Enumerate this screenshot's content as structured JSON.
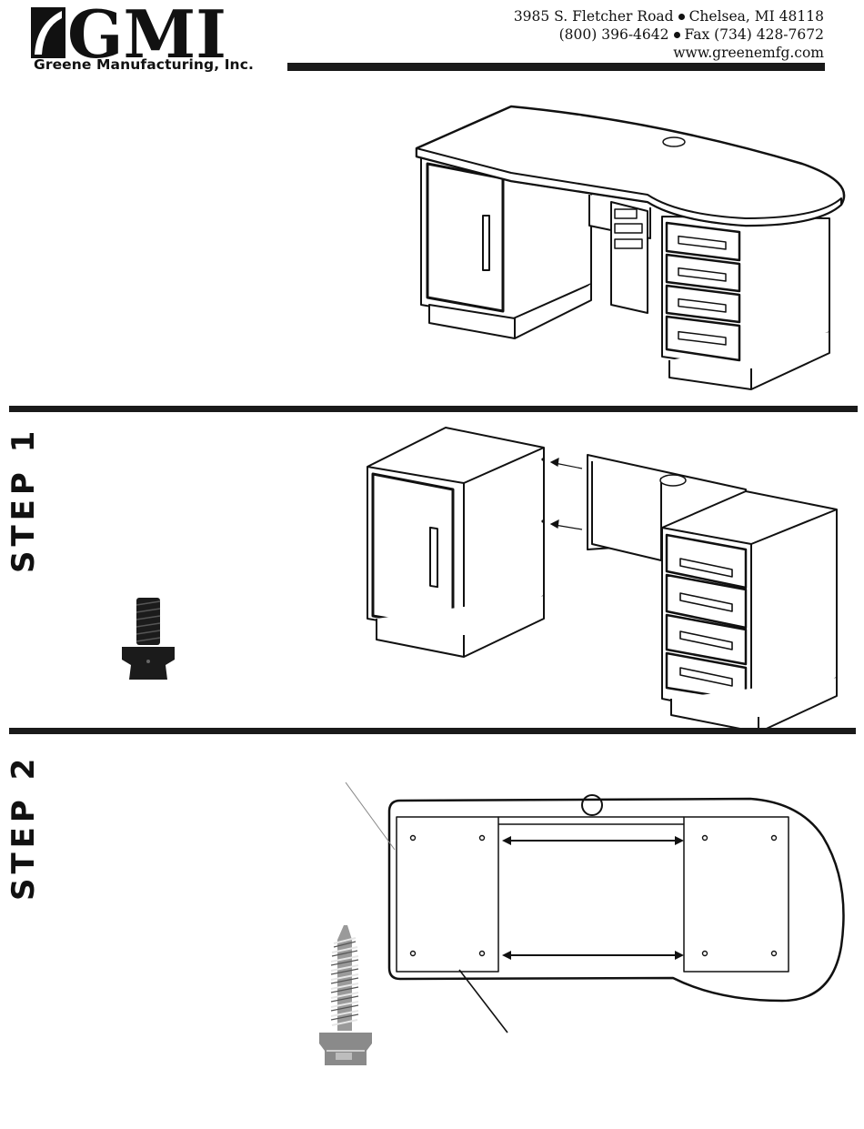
{
  "header": {
    "logo": "GMI",
    "company_name": "Greene Manufacturing, Inc.",
    "address_street": "3985 S. Fletcher Road",
    "address_city": "Chelsea, MI  48118",
    "phone": "(800) 396-4642",
    "fax": "Fax (734) 428-7672",
    "website": "www.greenemfg.com"
  },
  "steps": [
    {
      "label": "STEP 1"
    },
    {
      "label": "STEP 2"
    }
  ],
  "colors": {
    "ink": "#111111",
    "rule": "#1a1a1a",
    "paper": "#ffffff",
    "line_gray": "#888888"
  },
  "icons": {
    "bolt": "hex-flange-bolt",
    "screw": "hex-washer-wood-screw"
  }
}
